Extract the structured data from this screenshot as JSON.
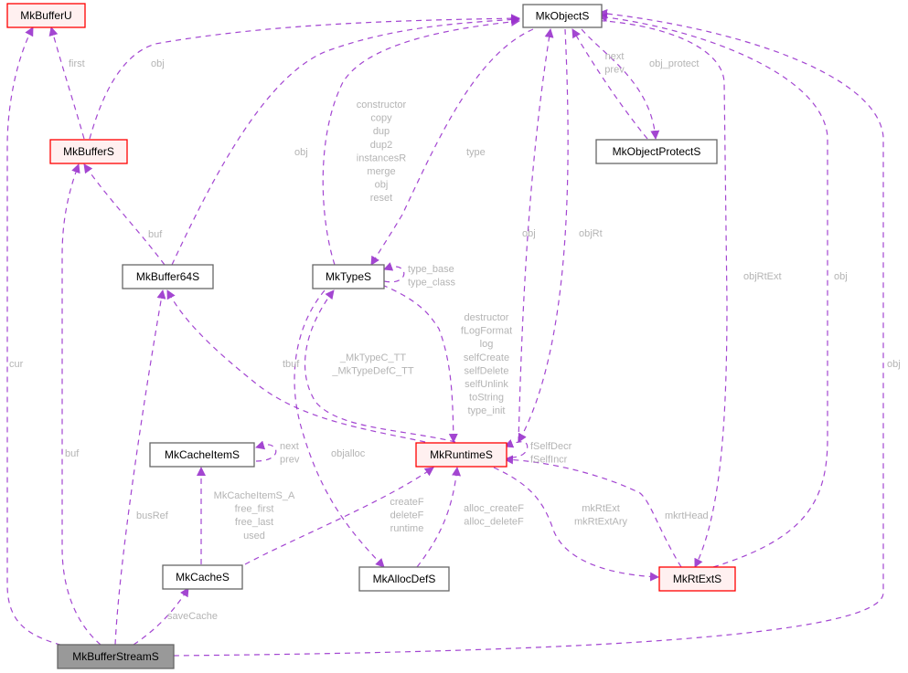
{
  "diagram": {
    "type": "collaboration-graph",
    "colors": {
      "edge": "#9a32cd",
      "edge_label": "#b4b4b4",
      "node_red_border": "#ff0000",
      "node_red_fill": "#fff0f0",
      "node_normal_border": "#666666",
      "node_normal_fill": "#ffffff",
      "node_focus_fill": "#999999",
      "node_focus_border": "#666666"
    },
    "nodes": {
      "MkBufferU": {
        "label": "MkBufferU",
        "style": "red"
      },
      "MkObjectS": {
        "label": "MkObjectS",
        "style": "normal"
      },
      "MkBufferS": {
        "label": "MkBufferS",
        "style": "red"
      },
      "MkObjectProtectS": {
        "label": "MkObjectProtectS",
        "style": "normal"
      },
      "MkBuffer64S": {
        "label": "MkBuffer64S",
        "style": "normal"
      },
      "MkTypeS": {
        "label": "MkTypeS",
        "style": "normal"
      },
      "MkCacheItemS": {
        "label": "MkCacheItemS",
        "style": "normal"
      },
      "MkRuntimeS": {
        "label": "MkRuntimeS",
        "style": "red"
      },
      "MkCacheS": {
        "label": "MkCacheS",
        "style": "normal"
      },
      "MkAllocDefS": {
        "label": "MkAllocDefS",
        "style": "normal"
      },
      "MkRtExtS": {
        "label": "MkRtExtS",
        "style": "red"
      },
      "MkBufferStreamS": {
        "label": "MkBufferStreamS",
        "style": "focus"
      }
    },
    "edges": [
      {
        "id": "e_cur",
        "from": "MkBufferStreamS",
        "to": "MkBufferU",
        "label": [
          "cur"
        ]
      },
      {
        "id": "e_first",
        "from": "MkBufferS",
        "to": "MkBufferU",
        "label": [
          "first"
        ]
      },
      {
        "id": "e_bufs_obj",
        "from": "MkBufferS",
        "to": "MkObjectS",
        "label": [
          "obj"
        ]
      },
      {
        "id": "e_b64_obj",
        "from": "MkBuffer64S",
        "to": "MkObjectS",
        "label": [
          "obj"
        ]
      },
      {
        "id": "e_type_ctor",
        "from": "MkTypeS",
        "to": "MkObjectS",
        "label": [
          "constructor",
          "copy",
          "dup",
          "dup2",
          "instancesR",
          "merge",
          "obj",
          "reset"
        ]
      },
      {
        "id": "e_type",
        "from": "MkObjectS",
        "to": "MkTypeS",
        "label": [
          "type"
        ]
      },
      {
        "id": "e_rt_obj",
        "from": "MkRuntimeS",
        "to": "MkObjectS",
        "label": [
          "obj"
        ]
      },
      {
        "id": "e_objRt",
        "from": "MkObjectS",
        "to": "MkRuntimeS",
        "label": [
          "objRt"
        ]
      },
      {
        "id": "e_nextprev_obj",
        "from": "MkObjectProtectS",
        "to": "MkObjectS",
        "label": [
          "next",
          "prev"
        ]
      },
      {
        "id": "e_obj_protect",
        "from": "MkObjectS",
        "to": "MkObjectProtectS",
        "label": [
          "obj_protect"
        ]
      },
      {
        "id": "e_objRtExt",
        "from": "MkObjectS",
        "to": "MkRtExtS",
        "label": [
          "objRtExt"
        ]
      },
      {
        "id": "e_rtext_obj",
        "from": "MkRtExtS",
        "to": "MkObjectS",
        "label": [
          "obj"
        ]
      },
      {
        "id": "e_stream_obj",
        "from": "MkBufferStreamS",
        "to": "MkObjectS",
        "label": [
          "obj"
        ]
      },
      {
        "id": "e_b64_buf",
        "from": "MkBuffer64S",
        "to": "MkBufferS",
        "label": [
          "buf"
        ]
      },
      {
        "id": "e_stream_buf",
        "from": "MkBufferStreamS",
        "to": "MkBufferS",
        "label": [
          "buf"
        ]
      },
      {
        "id": "e_type_self",
        "from": "MkTypeS",
        "to": "MkTypeS",
        "label": [
          "type_base",
          "type_class"
        ]
      },
      {
        "id": "e_tt",
        "from": "MkRuntimeS",
        "to": "MkTypeS",
        "label": [
          "_MkTypeC_TT",
          "_MkTypeDefC_TT"
        ]
      },
      {
        "id": "e_type_rt",
        "from": "MkTypeS",
        "to": "MkRuntimeS",
        "label": [
          "destructor",
          "fLogFormat",
          "log",
          "selfCreate",
          "selfDelete",
          "selfUnlink",
          "toString",
          "type_init"
        ]
      },
      {
        "id": "e_tbuf",
        "from": "MkRuntimeS",
        "to": "MkBuffer64S",
        "label": [
          "tbuf"
        ]
      },
      {
        "id": "e_busRef",
        "from": "MkBufferStreamS",
        "to": "MkBuffer64S",
        "label": [
          "busRef"
        ]
      },
      {
        "id": "e_objalloc",
        "from": "MkTypeS",
        "to": "MkAllocDefS",
        "label": [
          "objalloc"
        ]
      },
      {
        "id": "e_rt_self",
        "from": "MkRuntimeS",
        "to": "MkRuntimeS",
        "label": [
          "fSelfDecr",
          "fSelfIncr"
        ]
      },
      {
        "id": "e_cache_item_self",
        "from": "MkCacheItemS",
        "to": "MkCacheItemS",
        "label": [
          "next",
          "prev"
        ]
      },
      {
        "id": "e_cache_items",
        "from": "MkCacheS",
        "to": "MkCacheItemS",
        "label": [
          "MkCacheItemS_A",
          "free_first",
          "free_last",
          "used"
        ]
      },
      {
        "id": "e_cache_rt",
        "from": "MkCacheS",
        "to": "MkRuntimeS",
        "label": [
          "createF",
          "deleteF",
          "runtime"
        ]
      },
      {
        "id": "e_alloc_rt",
        "from": "MkAllocDefS",
        "to": "MkRuntimeS",
        "label": [
          "alloc_createF",
          "alloc_deleteF"
        ]
      },
      {
        "id": "e_mkRtExt",
        "from": "MkRuntimeS",
        "to": "MkRtExtS",
        "label": [
          "mkRtExt",
          "mkRtExtAry"
        ]
      },
      {
        "id": "e_mkrtHead",
        "from": "MkRtExtS",
        "to": "MkRuntimeS",
        "label": [
          "mkrtHead"
        ]
      },
      {
        "id": "e_saveCache",
        "from": "MkBufferStreamS",
        "to": "MkCacheS",
        "label": [
          "saveCache"
        ]
      }
    ]
  }
}
